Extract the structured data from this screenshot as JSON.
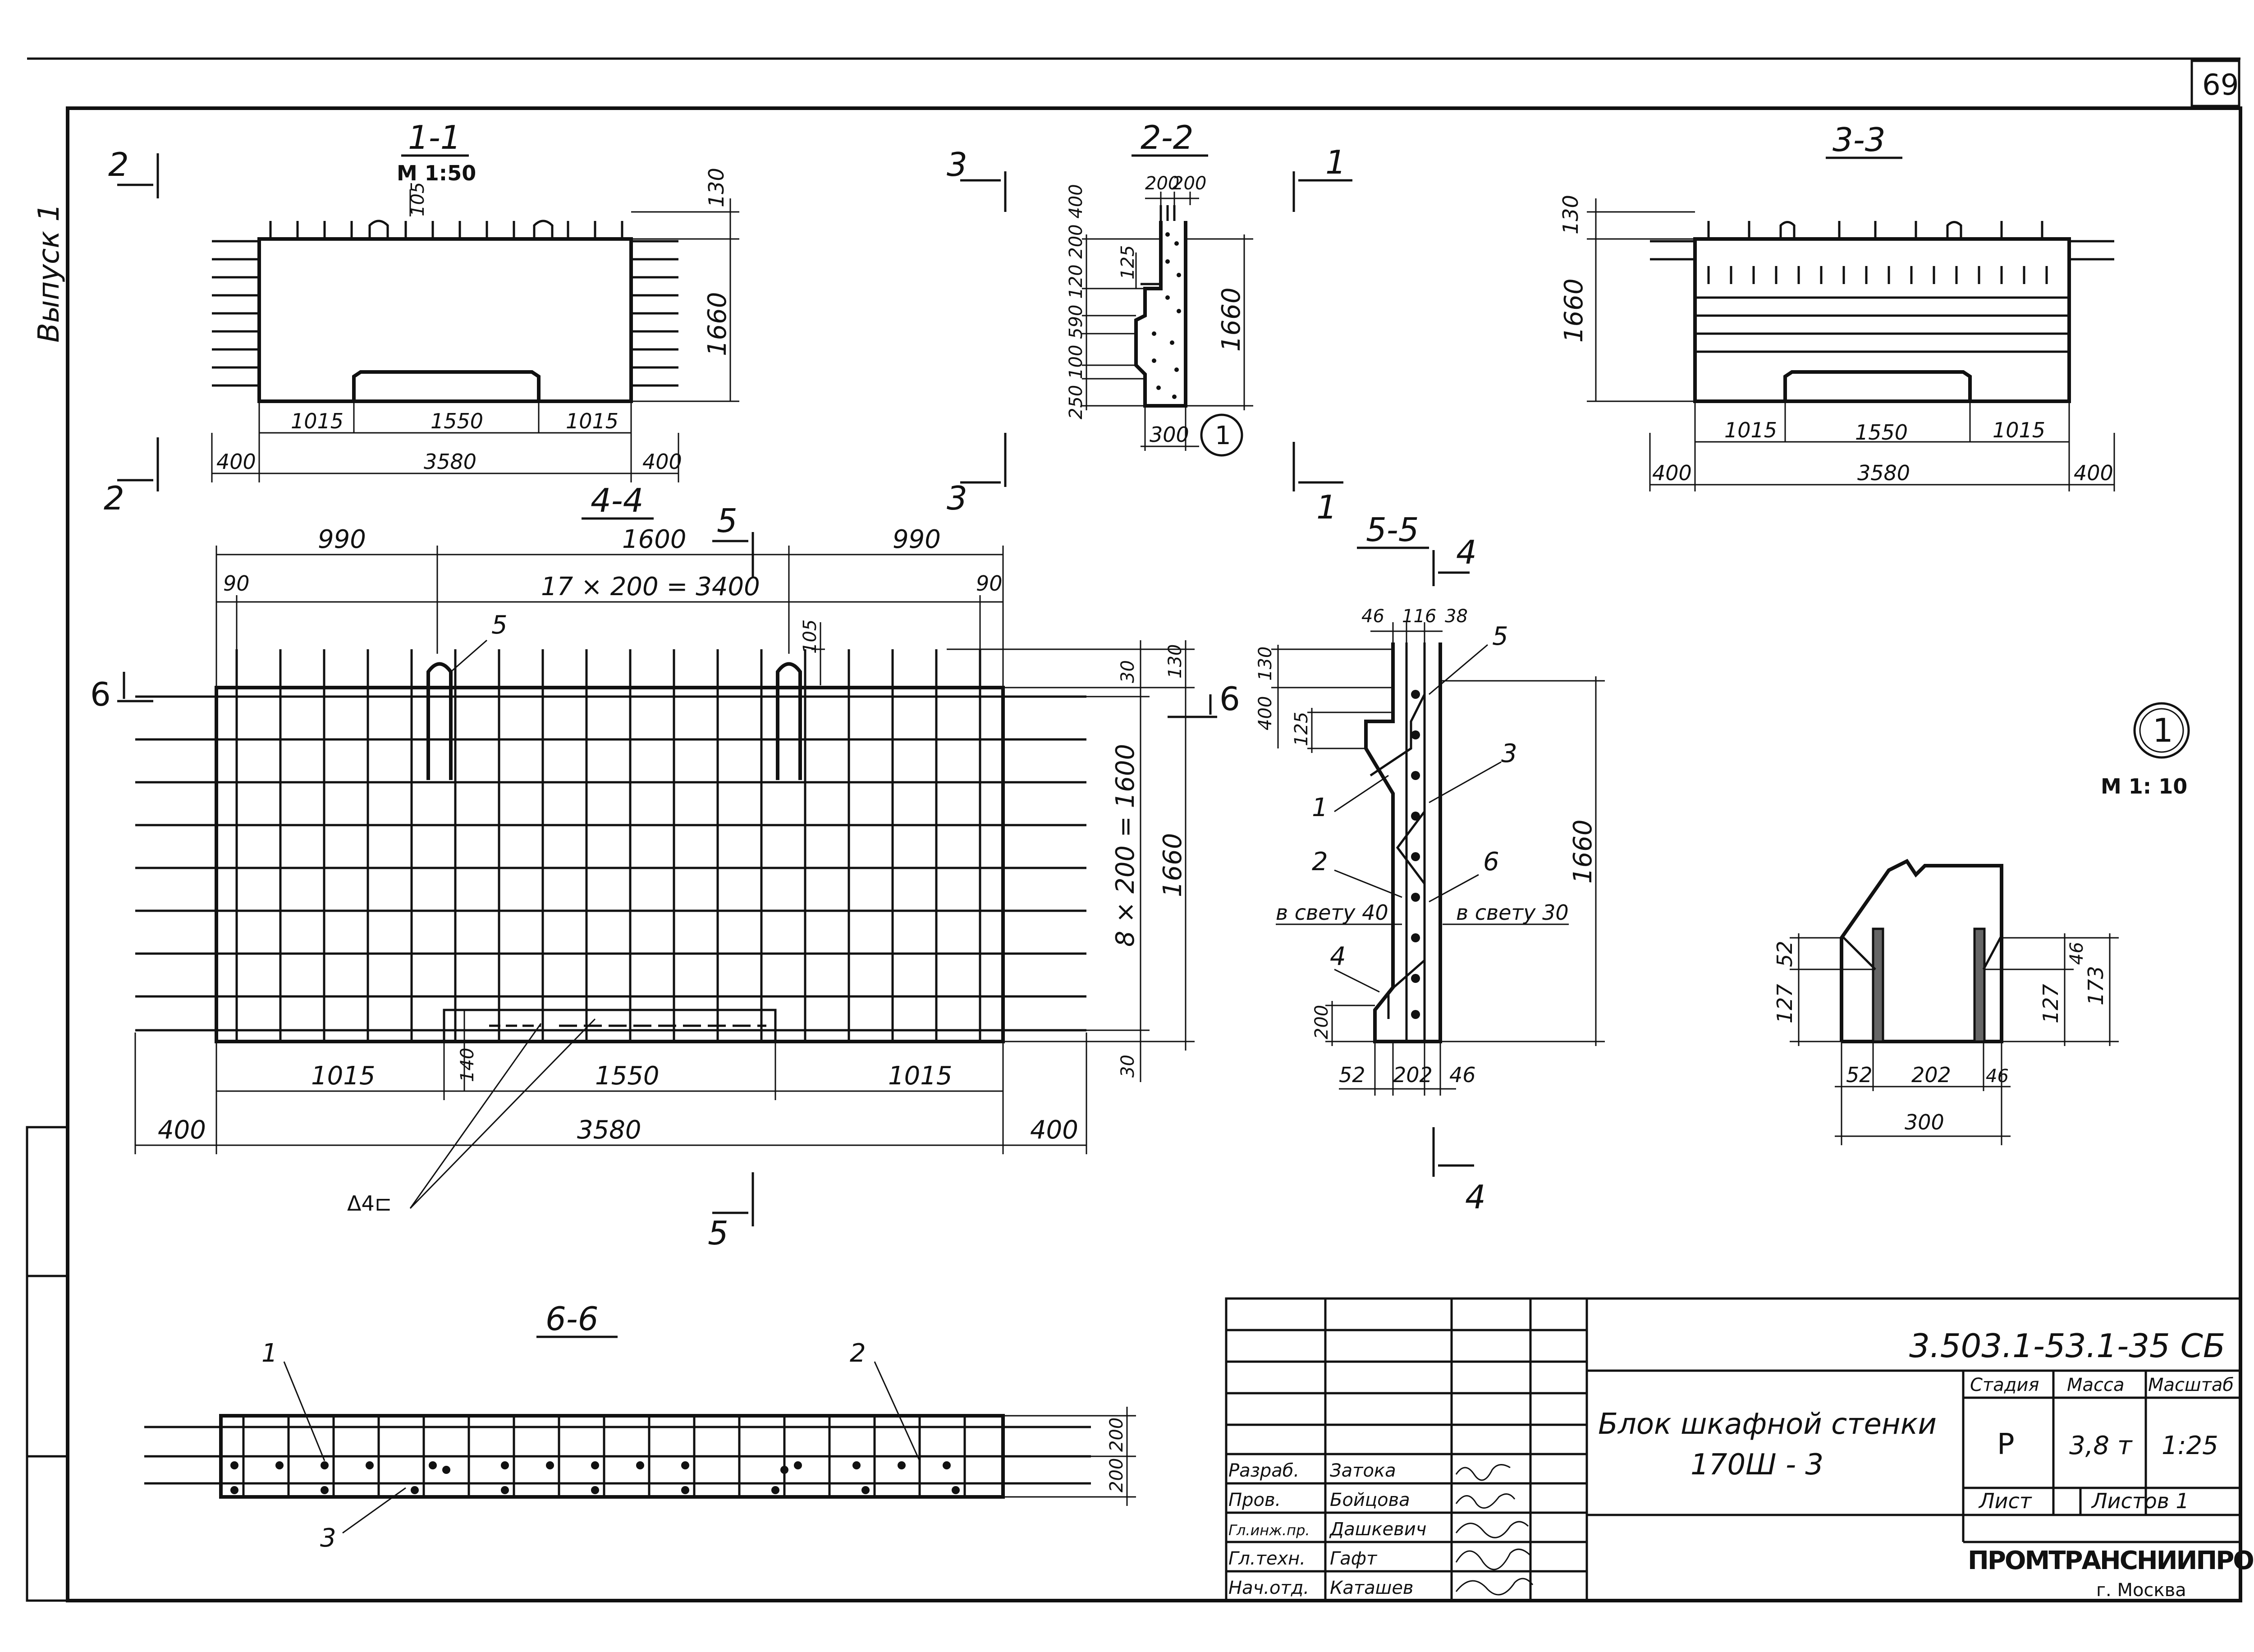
{
  "page_number": "69",
  "side_label": "Выпуск 1",
  "sheet_code": "3.503.1-53.1-35 СБ",
  "title": {
    "line1": "Блок шкафной стенки",
    "line2": "170Ш - 3"
  },
  "stamp": {
    "stage_label": "Стадия",
    "mass_label": "Масса",
    "scale_label": "Масштаб",
    "stage": "Р",
    "mass": "3,8 т",
    "scale": "1:25",
    "sheet_label": "Лист",
    "sheets_label": "Листов 1",
    "org": "ПРОМТРАНСНИИПРОЕКТ",
    "city": "г. Москва",
    "roles": [
      {
        "role": "Разраб.",
        "name": "Затока"
      },
      {
        "role": "Пров.",
        "name": "Бойцова"
      },
      {
        "role": "Гл.инж.пр.",
        "name": "Дашкевич"
      },
      {
        "role": "Гл.техн.",
        "name": "Гафт"
      },
      {
        "role": "Нач.отд.",
        "name": "Каташев"
      }
    ]
  },
  "sections": {
    "s11": {
      "title": "1-1",
      "scale": "М 1:50",
      "cut": "2",
      "dims": {
        "top": "130",
        "height": "1660",
        "hook": "105",
        "left": "1015",
        "mid": "1550",
        "right": "1015",
        "out_l": "400",
        "total": "3580",
        "out_r": "400"
      }
    },
    "s22": {
      "title": "2-2",
      "cut_l": "3",
      "cut_r": "1",
      "ref": "1",
      "dims": {
        "top": "200",
        "top2": "200",
        "d125": "125",
        "height": "1660",
        "bottom": "300",
        "left_stack": "250 100 590 120 200 400"
      }
    },
    "s33": {
      "title": "3-3",
      "dims": {
        "top": "130",
        "height": "1660",
        "left": "1015",
        "mid": "1550",
        "right": "1015",
        "out_l": "400",
        "total": "3580",
        "out_r": "400"
      }
    },
    "s44": {
      "title": "4-4",
      "cut5": "5",
      "cut6": "6",
      "dims": {
        "d990l": "990",
        "d1600": "1600",
        "d990r": "990",
        "d90l": "90",
        "pitch": "17 × 200 = 3400",
        "d90r": "90",
        "d30t": "30",
        "d130": "130",
        "vpitch": "8 × 200 = 1600",
        "height": "1660",
        "d30b": "30",
        "hook": "105",
        "d140": "140",
        "left": "1015",
        "mid": "1550",
        "right": "1015",
        "out_l": "400",
        "total": "3580",
        "out_r": "400",
        "pos5": "5",
        "weld": "Δ4⊏"
      }
    },
    "s55": {
      "title": "5-5",
      "cut4": "4",
      "dims": {
        "d46": "46",
        "d116": "116",
        "d38": "38",
        "d130": "130",
        "d400": "400",
        "d125": "125",
        "height": "1660",
        "d200": "200",
        "d52": "52",
        "d202": "202",
        "d46b": "46",
        "pos1": "1",
        "pos2": "2",
        "pos3": "3",
        "pos4": "4",
        "pos5": "5",
        "pos6": "6",
        "clear_l": "в свету 40",
        "clear_r": "в свету 30"
      }
    },
    "s66": {
      "title": "6-6",
      "pos1": "1",
      "pos2": "2",
      "pos3": "3",
      "d200a": "200",
      "d200b": "200"
    },
    "detail1": {
      "ref": "1",
      "scale": "М 1: 10",
      "dims": {
        "d52": "52",
        "d127": "127",
        "d127r": "127",
        "d46": "46",
        "d173": "173",
        "b52": "52",
        "b202": "202",
        "b46": "46",
        "total": "300"
      }
    }
  }
}
